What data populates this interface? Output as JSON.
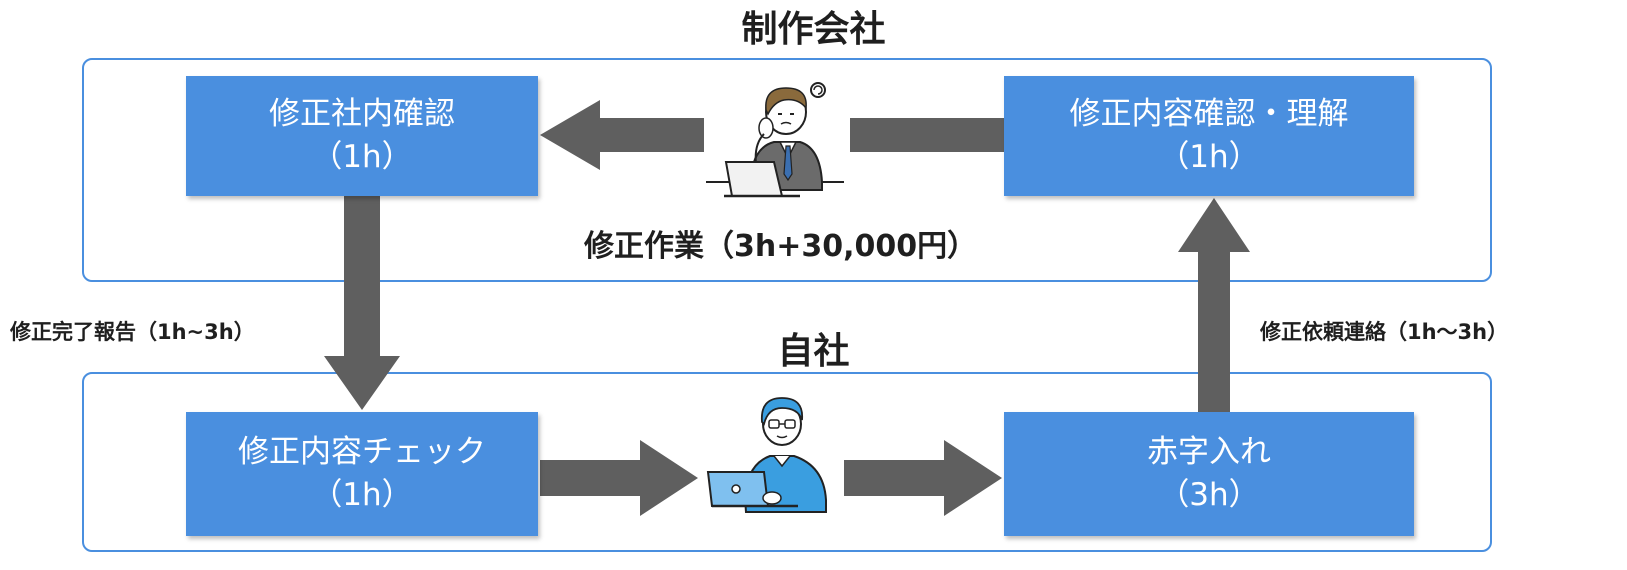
{
  "company": {
    "title": "制作会社",
    "box_left": {
      "line1": "修正社内確認",
      "line2": "（1h）"
    },
    "box_right": {
      "line1": "修正内容確認・理解",
      "line2": "（1h）"
    },
    "work_label": "修正作業（3h+30,000円）"
  },
  "inhouse": {
    "title": "自社",
    "box_left": {
      "line1": "修正内容チェック",
      "line2": "（1h）"
    },
    "box_right": {
      "line1": "赤字入れ",
      "line2": "（3h）"
    }
  },
  "flows": {
    "left_label": "修正完了報告（1h~3h）",
    "right_label": "修正依頼連絡（1h〜3h）"
  },
  "colors": {
    "box": "#4a8fdf",
    "arrow": "#5f5f5f",
    "border": "#4a8fdf"
  },
  "icons": [
    "worried-worker-icon",
    "worker-at-laptop-icon"
  ]
}
